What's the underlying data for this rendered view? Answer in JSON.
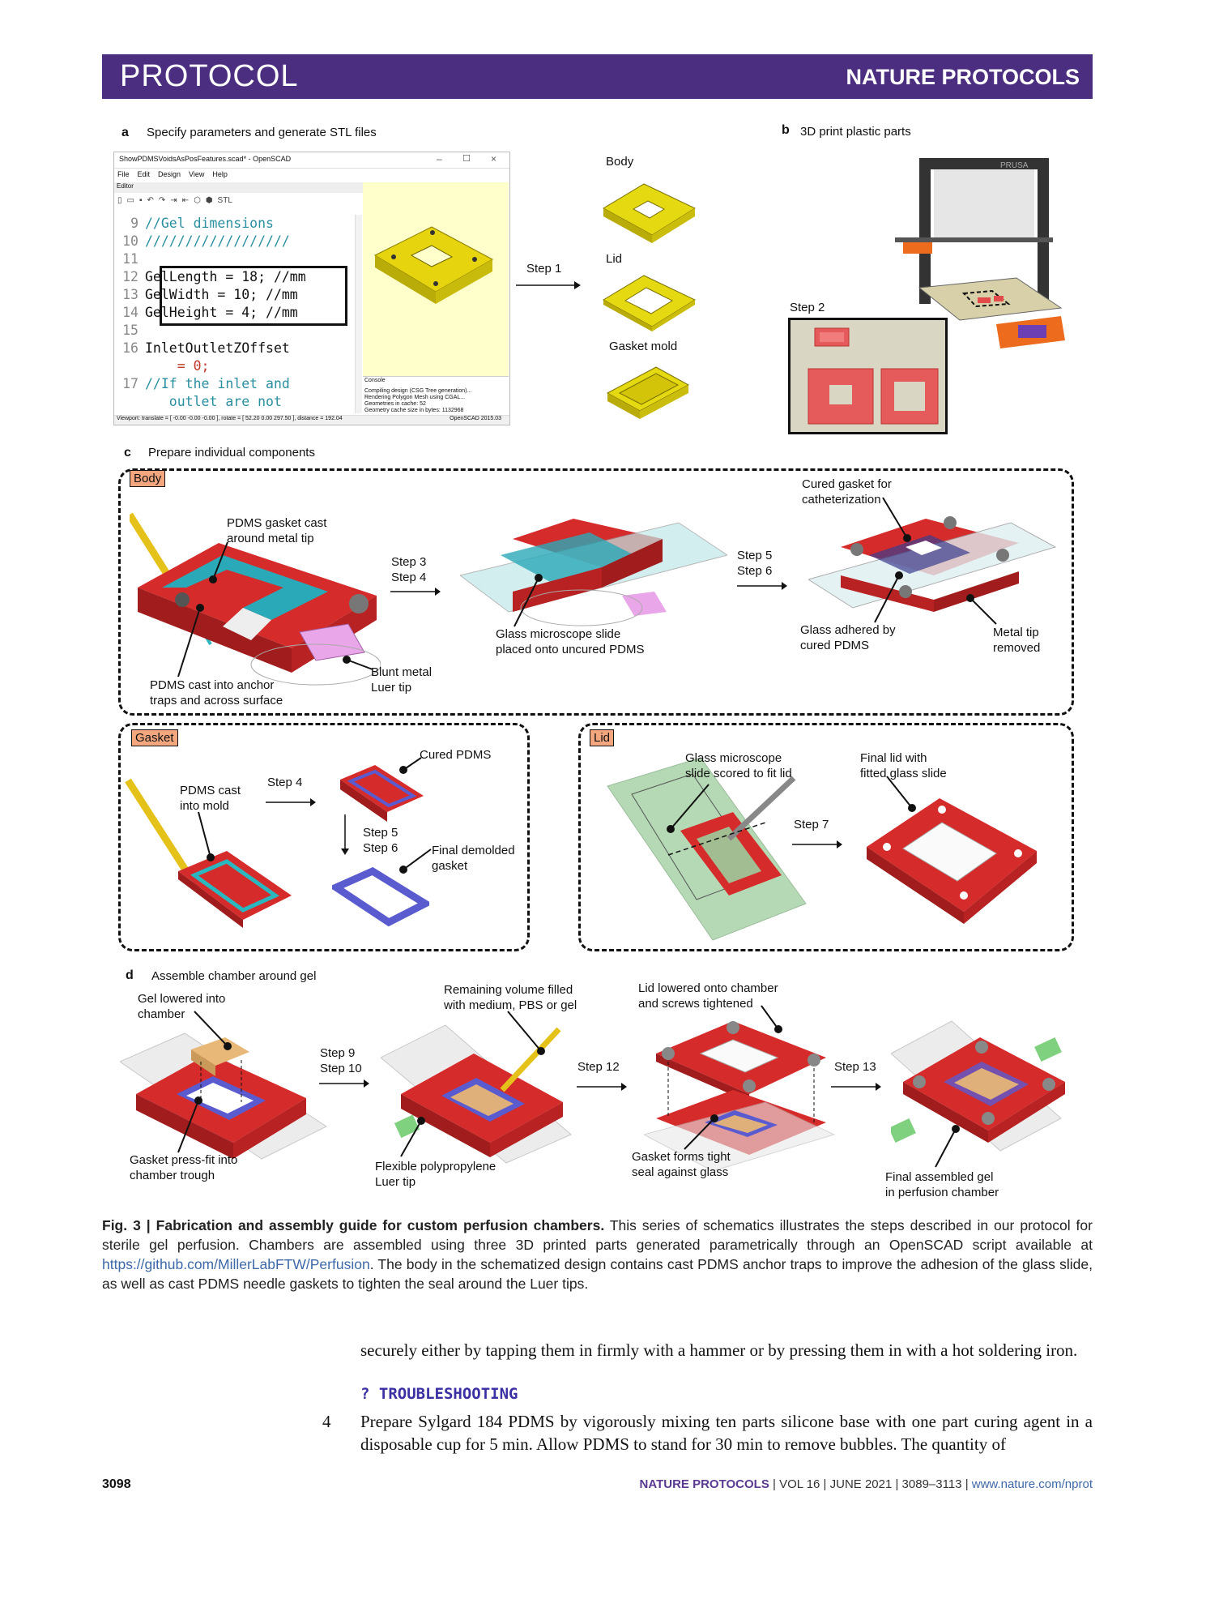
{
  "header": {
    "left": "PROTOCOL",
    "right": "NATURE PROTOCOLS"
  },
  "panel_a": {
    "letter": "a",
    "title": "Specify parameters and generate STL files",
    "window_title": "ShowPDMSVoidsAsPosFeatures.scad* - OpenSCAD",
    "menu": [
      "File",
      "Edit",
      "Design",
      "View",
      "Help"
    ],
    "editor_label": "Editor",
    "console_label": "Console",
    "console_lines": [
      "Compiling design (CSG Tree generation)...",
      "Rendering Polygon Mesh using CGAL...",
      "Geometries in cache: 52",
      "Geometry cache size in bytes: 1132968"
    ],
    "status_bar": "Viewport: translate = [ -0.00 -0.00 -0.00 ], rotate = [ 52.20 0.00 297.50 ], distance = 192.04",
    "version": "OpenSCAD 2015.03",
    "code": [
      {
        "n": "9",
        "text": "//Gel dimensions"
      },
      {
        "n": "10",
        "text": "//////////////////"
      },
      {
        "n": "11",
        "text": ""
      },
      {
        "n": "12",
        "text": "GelLength = 18; //mm"
      },
      {
        "n": "13",
        "text": "GelWidth = 10; //mm"
      },
      {
        "n": "14",
        "text": "GelHeight = 4; //mm"
      },
      {
        "n": "15",
        "text": ""
      },
      {
        "n": "16",
        "text": "InletOutletZOffset"
      },
      {
        "n": "",
        "text": "    = 0;"
      },
      {
        "n": "17",
        "text": "//If the inlet and"
      },
      {
        "n": "",
        "text": "   outlet are not"
      }
    ],
    "step": "Step 1",
    "parts": [
      "Body",
      "Lid",
      "Gasket mold"
    ]
  },
  "panel_b": {
    "letter": "b",
    "title": "3D print plastic parts",
    "step": "Step 2",
    "printer_brand": "PRUSA"
  },
  "panel_c": {
    "letter": "c",
    "title": "Prepare individual components",
    "body": {
      "tag": "Body",
      "labels": {
        "gasket_cast": "PDMS gasket cast\naround metal tip",
        "anchor": "PDMS cast into anchor\ntraps and across surface",
        "luer": "Blunt metal\nLuer tip",
        "step34": "Step 3\nStep 4",
        "glass": "Glass microscope slide\nplaced onto uncured PDMS",
        "step56": "Step 5\nStep 6",
        "cured_gasket": "Cured gasket for\ncatheterization",
        "adhered": "Glass adhered by\ncured PDMS",
        "removed": "Metal tip\nremoved"
      }
    },
    "gasket": {
      "tag": "Gasket",
      "labels": {
        "cast": "PDMS cast\ninto mold",
        "step4": "Step 4",
        "cured": "Cured PDMS",
        "step56": "Step 5\nStep 6",
        "final": "Final demolded\ngasket"
      }
    },
    "lid": {
      "tag": "Lid",
      "labels": {
        "scored": "Glass microscope\nslide scored to fit lid",
        "step7": "Step 7",
        "final": "Final lid with\nfitted glass slide"
      }
    }
  },
  "panel_d": {
    "letter": "d",
    "title": "Assemble chamber around gel",
    "labels": {
      "gel_lowered": "Gel lowered into\nchamber",
      "press_fit": "Gasket press-fit into\nchamber trough",
      "step910": "Step 9\nStep 10",
      "remaining": "Remaining volume filled\nwith medium, PBS or gel",
      "flexible": "Flexible polypropylene\nLuer tip",
      "step12": "Step 12",
      "lid_lowered": "Lid lowered onto chamber\nand screws tightened",
      "tight_seal": "Gasket forms tight\nseal against glass",
      "step13": "Step 13",
      "final": "Final assembled gel\nin perfusion chamber"
    }
  },
  "caption": {
    "bold": "Fig. 3 | Fabrication and assembly guide for custom perfusion chambers.",
    "text1": " This series of schematics illustrates the steps described in our protocol for sterile gel perfusion. Chambers are assembled using three 3D printed parts generated parametrically through an OpenSCAD script available at ",
    "link": "https://github.com/MillerLabFTW/Perfusion",
    "text2": ". The body in the schematized design contains cast PDMS anchor traps to improve the adhesion of the glass slide, as well as cast PDMS needle gaskets to tighten the seal around the Luer tips."
  },
  "body": {
    "para1": "securely either by tapping them in firmly with a hammer or by pressing them in with a hot soldering iron.",
    "troubleshooting": "? TROUBLESHOOTING",
    "step_number": "4",
    "step_text": "Prepare Sylgard 184 PDMS by vigorously mixing ten parts silicone base with one part curing agent in a disposable cup for 5 min. Allow PDMS to stand for 30 min to remove bubbles. The quantity of"
  },
  "footer": {
    "page": "3098",
    "journal": "NATURE PROTOCOLS",
    "citation": " | VOL 16 | JUNE 2021 | 3089–3113 | ",
    "url": "www.nature.com/nprot"
  }
}
